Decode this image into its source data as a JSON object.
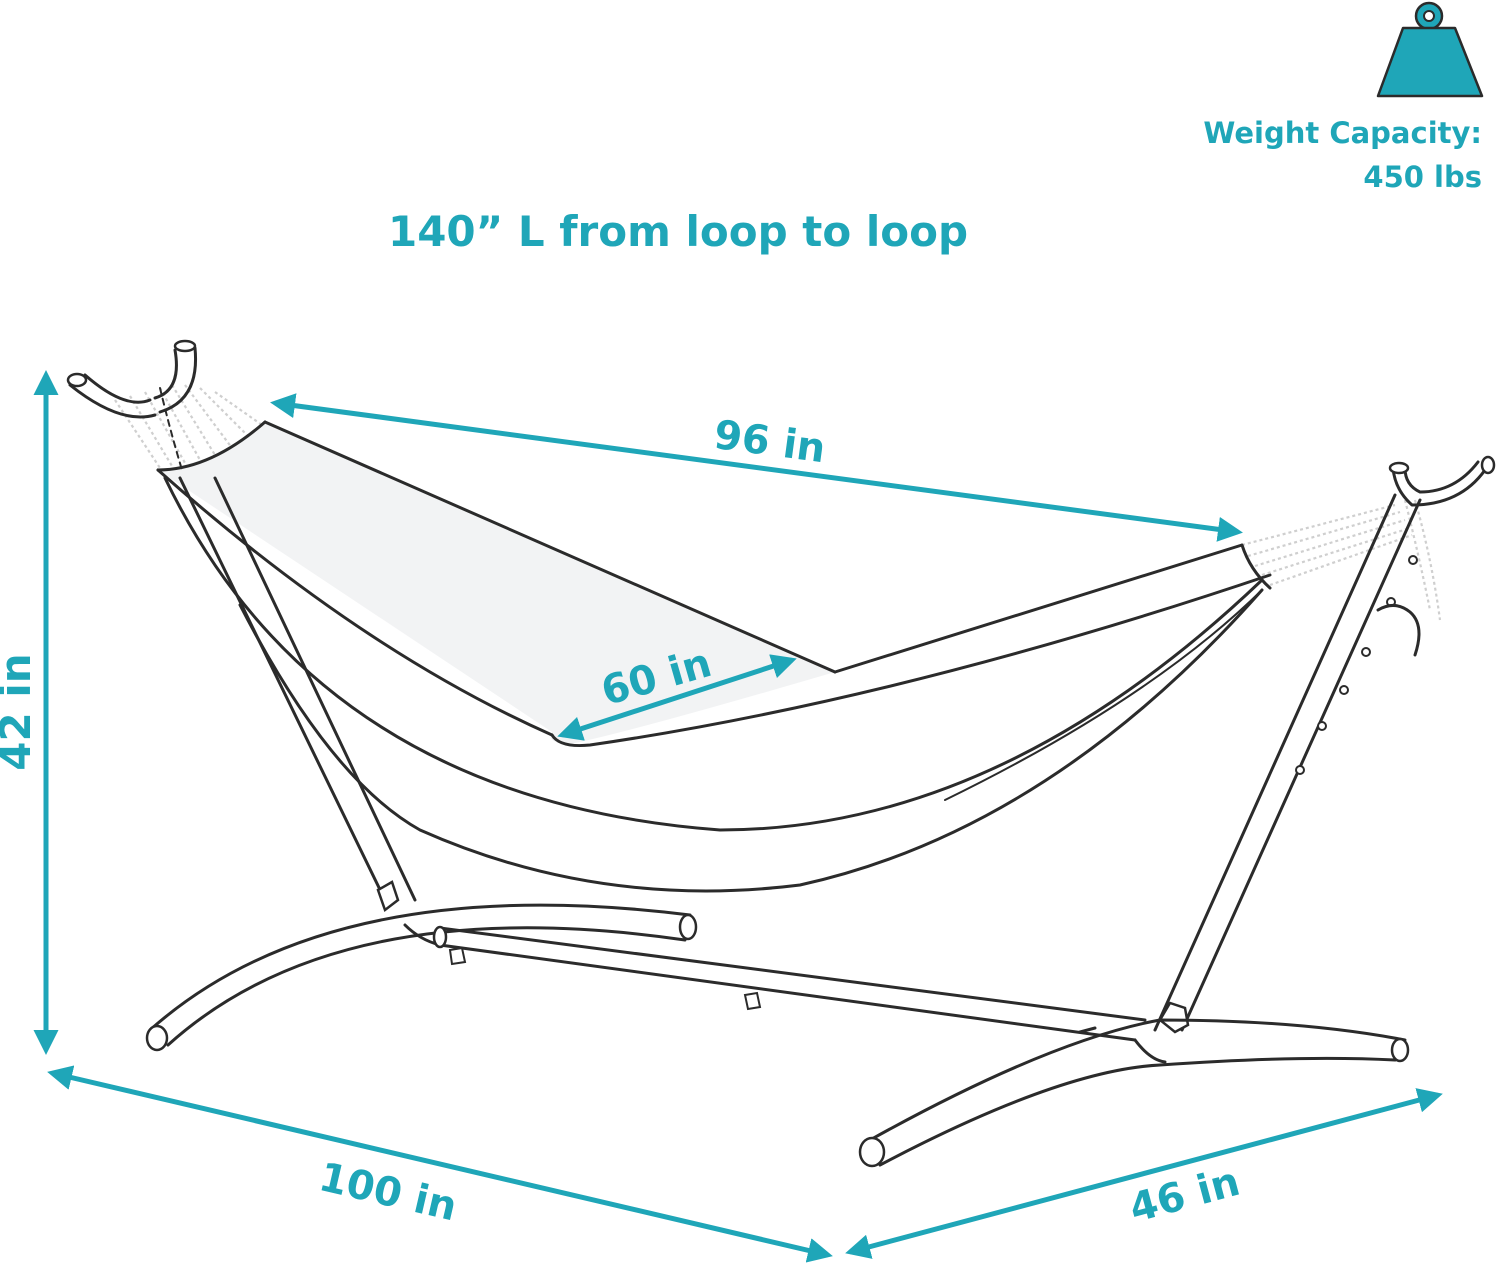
{
  "colors": {
    "accent": "#1fa6b8",
    "outline": "#2b2b2b",
    "bed": "#f2f3f4"
  },
  "icons": {
    "weight": "weight-icon"
  },
  "weight_capacity": {
    "label": "Weight Capacity:",
    "value": "450 lbs"
  },
  "headline": "140” L from loop to loop",
  "dimensions": {
    "bed_length": "96 in",
    "bed_width": "60 in",
    "height": "42 in",
    "frame_length": "100 in",
    "frame_width": "46 in"
  }
}
